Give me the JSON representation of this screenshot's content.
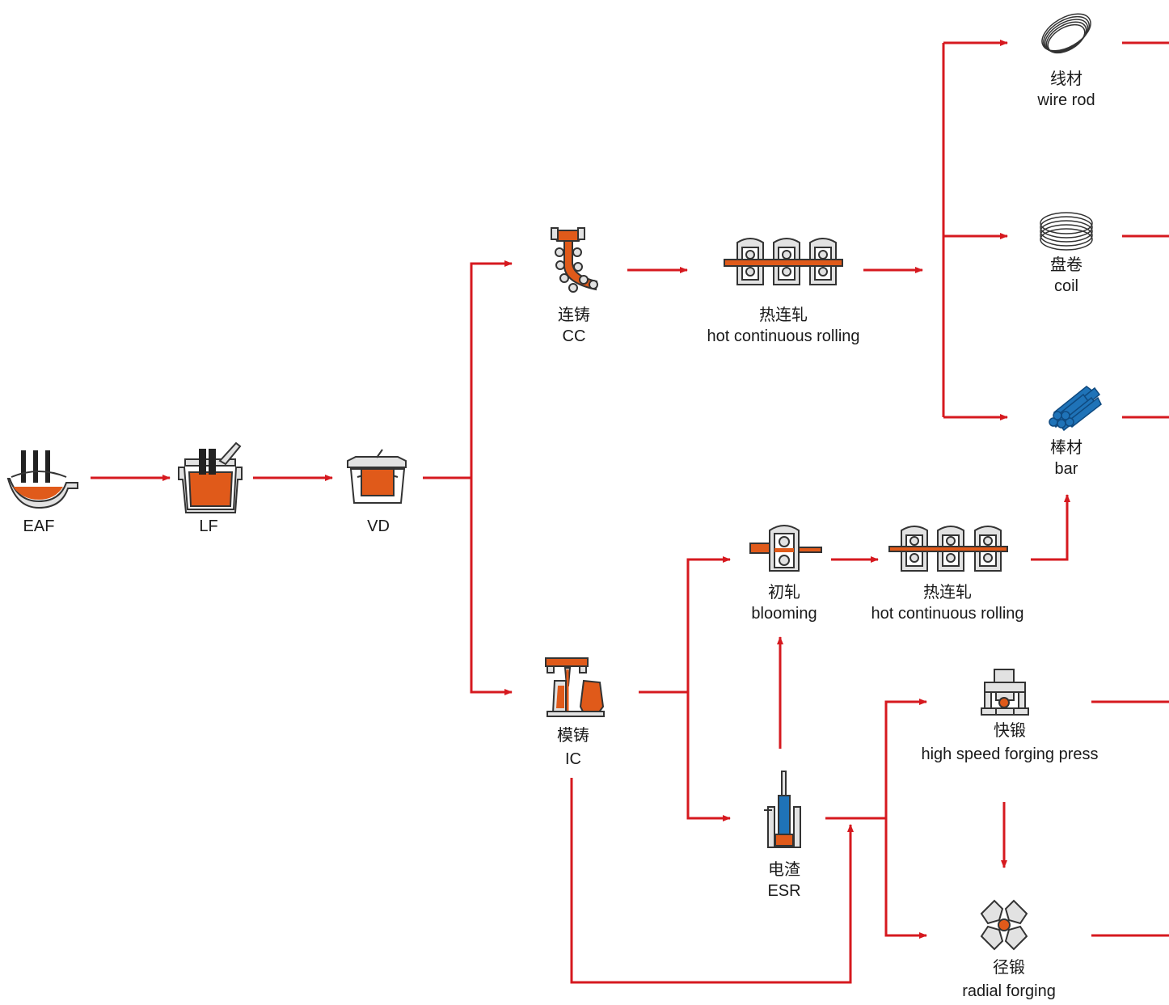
{
  "colors": {
    "arrow": "#d6191f",
    "molten": "#e05a1a",
    "gray_fill": "#e2e2e2",
    "outline": "#333333",
    "blue": "#1f73b8"
  },
  "nodes": {
    "eaf": {
      "en": "EAF",
      "icon": "electric-arc-furnace-icon"
    },
    "lf": {
      "en": "LF",
      "icon": "ladle-furnace-icon"
    },
    "vd": {
      "en": "VD",
      "icon": "vacuum-degassing-icon"
    },
    "cc": {
      "zh": "连铸",
      "en": "CC",
      "icon": "continuous-casting-icon"
    },
    "ic": {
      "zh": "模铸",
      "en": "IC",
      "icon": "ingot-casting-icon"
    },
    "hcr1": {
      "zh": "热连轧",
      "en": "hot continuous rolling",
      "icon": "rolling-mill-icon"
    },
    "blooming": {
      "zh": "初轧",
      "en": "blooming",
      "icon": "blooming-mill-icon"
    },
    "hcr2": {
      "zh": "热连轧",
      "en": "hot continuous rolling",
      "icon": "rolling-mill-icon"
    },
    "esr": {
      "zh": "电渣",
      "en": "ESR",
      "icon": "electroslag-remelting-icon"
    },
    "wire_rod": {
      "zh": "线材",
      "en": "wire rod",
      "icon": "wire-rod-icon"
    },
    "coil": {
      "zh": "盘卷",
      "en": "coil",
      "icon": "coil-icon"
    },
    "bar": {
      "zh": "棒材",
      "en": "bar",
      "icon": "bar-bundle-icon"
    },
    "forging_press": {
      "zh": "快锻",
      "en": "high speed forging press",
      "icon": "forging-press-icon"
    },
    "radial_forging": {
      "zh": "径锻",
      "en": "radial forging",
      "icon": "radial-forging-icon"
    }
  }
}
